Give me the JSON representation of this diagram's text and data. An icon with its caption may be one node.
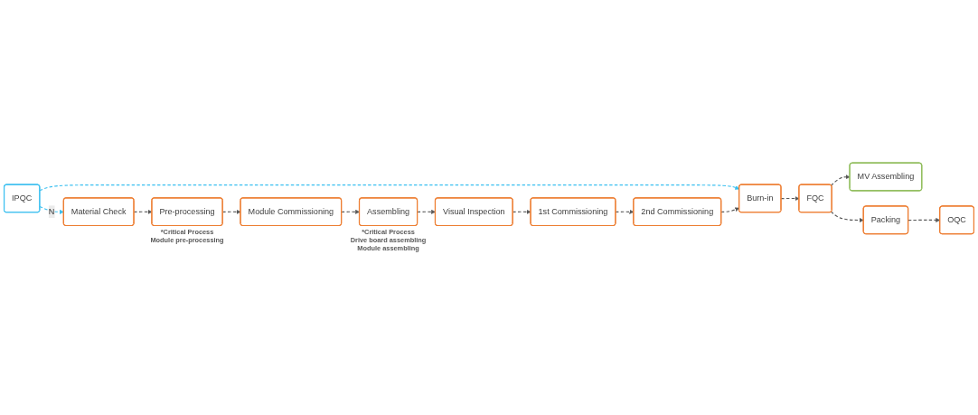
{
  "diagram": {
    "nodes": [
      {
        "text": [
          "Material Check"
        ]
      },
      {
        "text": [
          "Pre-processing"
        ],
        "beside": [
          "*Critical Process",
          "Module pre-processing"
        ]
      },
      {
        "text": [
          "Module Commissioning"
        ]
      },
      {
        "text": [
          "Assembling"
        ],
        "beside": [
          "*Critical Process",
          "Drive board assembling",
          "Module assembling"
        ]
      },
      {
        "text": [
          "Visual Inspection"
        ]
      },
      {
        "text": [
          "IPQC"
        ]
      },
      {
        "text": [
          "1st Commissioning"
        ]
      },
      {
        "text": [
          "2nd Commissioning"
        ]
      },
      {
        "text": [
          "Burn-in"
        ]
      },
      {
        "text": [
          "FQC"
        ]
      },
      {
        "text": [
          "MV Assembling"
        ]
      },
      {
        "text": [
          "Packing"
        ]
      },
      {
        "text": [
          "OQC"
        ]
      }
    ],
    "edges": [
      {
        "from": 0,
        "to": 1,
        "arrow": "to",
        "style": "dashed"
      },
      {
        "from": 1,
        "to": 2,
        "arrow": "to",
        "style": "dashed"
      },
      {
        "from": 2,
        "to": 3,
        "arrow": "to",
        "style": "dashed"
      },
      {
        "from": 3,
        "to": 4,
        "arrow": "to",
        "style": "dashed"
      },
      {
        "from": 5,
        "to": 0,
        "arrow": "to",
        "label": "N",
        "style": "dashed",
        "color": "#3cc0f0"
      },
      {
        "from": 5,
        "to": 8,
        "arrow": "to",
        "style": "dashed",
        "color": "#3cc0f0"
      },
      {
        "from": 4,
        "to": 6,
        "arrow": "to",
        "style": "dashed"
      },
      {
        "from": 6,
        "to": 7,
        "arrow": "to",
        "style": "dashed"
      },
      {
        "from": 7,
        "to": 8,
        "arrow": "to",
        "style": "dashed"
      },
      {
        "from": 8,
        "to": 9,
        "arrow": "to",
        "style": "dashed"
      },
      {
        "from": 9,
        "to": 10,
        "arrow": "to",
        "style": "dashed"
      },
      {
        "from": 9,
        "to": 11,
        "arrow": "to",
        "style": "dashed"
      },
      {
        "from": 11,
        "to": 12,
        "arrow": "to",
        "style": "dashed"
      }
    ]
  }
}
